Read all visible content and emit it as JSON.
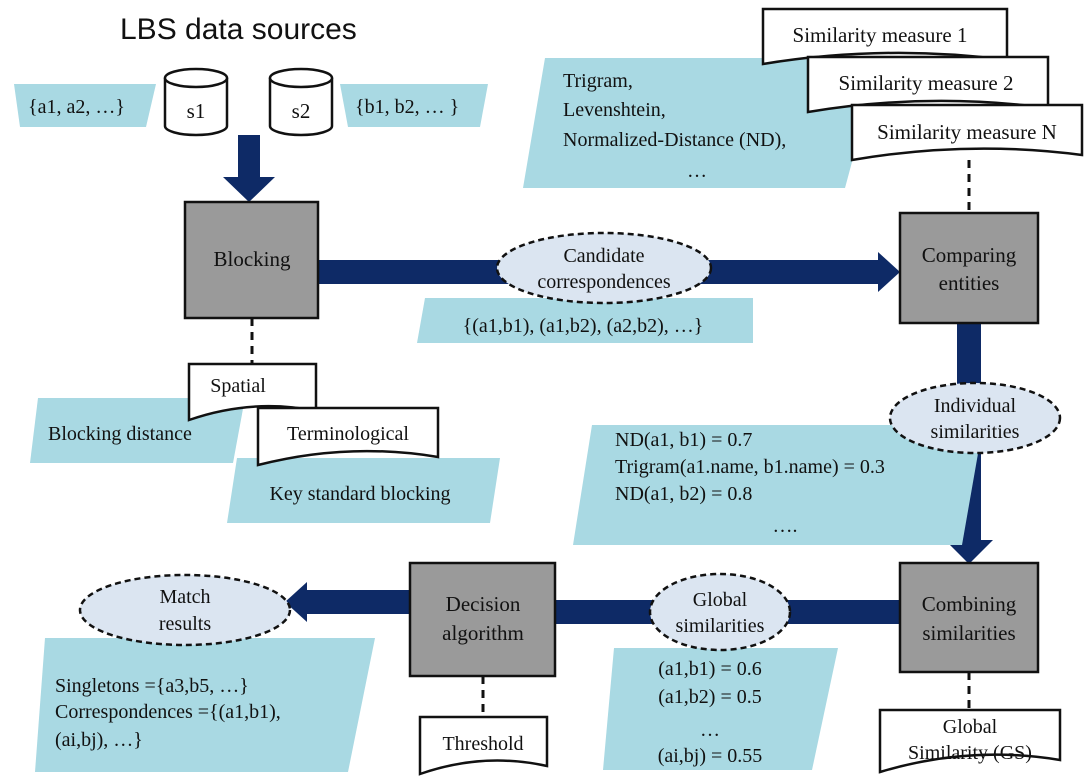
{
  "title": "LBS data sources",
  "sources": {
    "s1": {
      "label": "s1",
      "items": "{a1, a2, …}"
    },
    "s2": {
      "label": "s2",
      "items": "{b1, b2, … }"
    }
  },
  "processes": {
    "blocking": "Blocking",
    "comparing": [
      "Comparing",
      "entities"
    ],
    "combining": [
      "Combining",
      "similarities"
    ],
    "decision": [
      "Decision",
      "algorithm"
    ]
  },
  "similarity_measures": [
    "Similarity measure 1",
    "Similarity measure 2",
    "Similarity measure N"
  ],
  "measure_names": [
    "Trigram,",
    "Levenshtein,",
    "Normalized-Distance (ND),",
    "…"
  ],
  "candidate": {
    "label": [
      "Candidate",
      "correspondences"
    ],
    "example": "{(a1,b1), (a1,b2), (a2,b2), …}"
  },
  "blocking_methods": {
    "spatial": "Spatial",
    "spatial_note": "Blocking distance",
    "terminological": "Terminological",
    "terminological_note": "Key standard blocking"
  },
  "individual": {
    "label": [
      "Individual",
      "similarities"
    ],
    "example": [
      "ND(a1, b1) = 0.7",
      "Trigram(a1.name, b1.name) = 0.3",
      "ND(a1, b2) = 0.8",
      "…."
    ]
  },
  "global": {
    "label": [
      "Global",
      "similarities"
    ],
    "example": [
      "(a1,b1) = 0.6",
      "(a1,b2) = 0.5",
      "…",
      "(ai,bj) = 0.55"
    ]
  },
  "global_similarity_doc": [
    "Global",
    "Similarity (GS)"
  ],
  "threshold": "Threshold",
  "match": {
    "label": [
      "Match",
      "results"
    ],
    "example": [
      "Singletons ={a3,b5, …}",
      "Correspondences ={(a1,b1),",
      "(ai,bj), …}"
    ]
  },
  "colors": {
    "flow_arrow": "#0e2a66",
    "process_box": "#9a9a9a",
    "data_parallelogram": "#a9d9e3",
    "ellipse_fill": "#dbe5f1"
  }
}
